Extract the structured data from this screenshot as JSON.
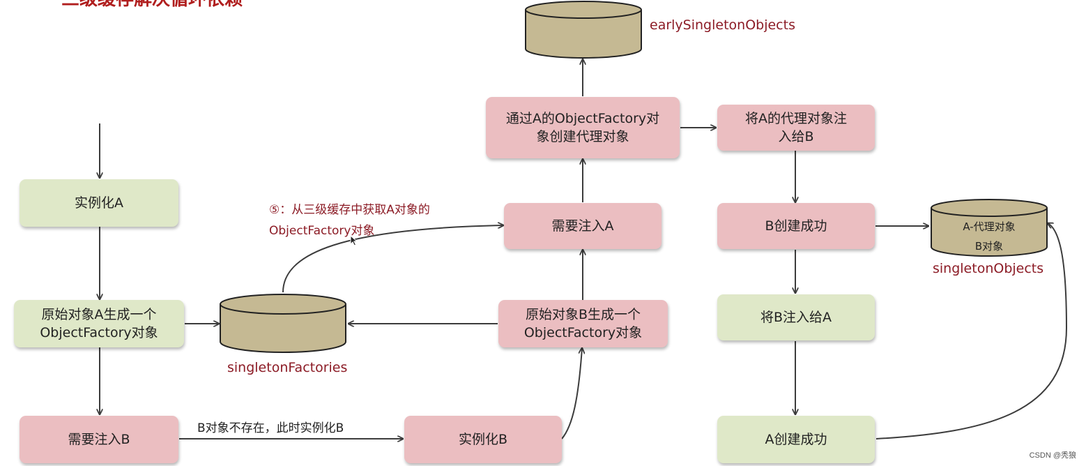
{
  "title": "三级缓存解决循环依赖",
  "colors": {
    "green_box": "#dfe8c8",
    "pink_box": "#ebbec1",
    "cylinder": "#c5b993",
    "label_red": "#8c1c26",
    "arrow": "#3c3c3c"
  },
  "boxes": {
    "instantiate_a": "实例化A",
    "raw_a_factory": "原始对象A生成一个\nObjectFactory对象",
    "need_inject_b": "需要注入B",
    "instantiate_b": "实例化B",
    "raw_b_factory": "原始对象B生成一个\nObjectFactory对象",
    "need_inject_a": "需要注入A",
    "create_proxy": "通过A的ObjectFactory对\n象创建代理对象",
    "inject_proxy_b": "将A的代理对象注\n入给B",
    "b_created": "B创建成功",
    "inject_b_a": "将B注入给A",
    "a_created": "A创建成功"
  },
  "caches": {
    "early": "earlySingletonObjects",
    "factories": "singletonFactories",
    "singletons": "singletonObjects",
    "singletons_line1": "A-代理对象",
    "singletons_line2": "B对象"
  },
  "edge_labels": {
    "b_missing": "B对象不存在，此时实例化B",
    "step5": "⑤：从三级缓存中获取A对象的\nObjectFactory对象"
  },
  "watermark": "CSDN @秃狼"
}
